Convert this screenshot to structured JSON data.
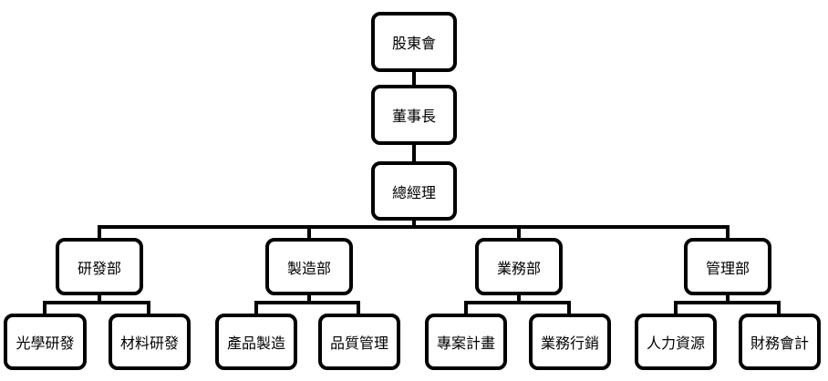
{
  "org_chart": {
    "shareholders": "股東會",
    "chairman": "董事長",
    "general_manager": "總經理",
    "departments": [
      {
        "name": "研發部",
        "units": [
          "光學研發",
          "材料研發"
        ]
      },
      {
        "name": "製造部",
        "units": [
          "產品製造",
          "品質管理"
        ]
      },
      {
        "name": "業務部",
        "units": [
          "專案計畫",
          "業務行銷"
        ]
      },
      {
        "name": "管理部",
        "units": [
          "人力資源",
          "財務會計"
        ]
      }
    ]
  }
}
